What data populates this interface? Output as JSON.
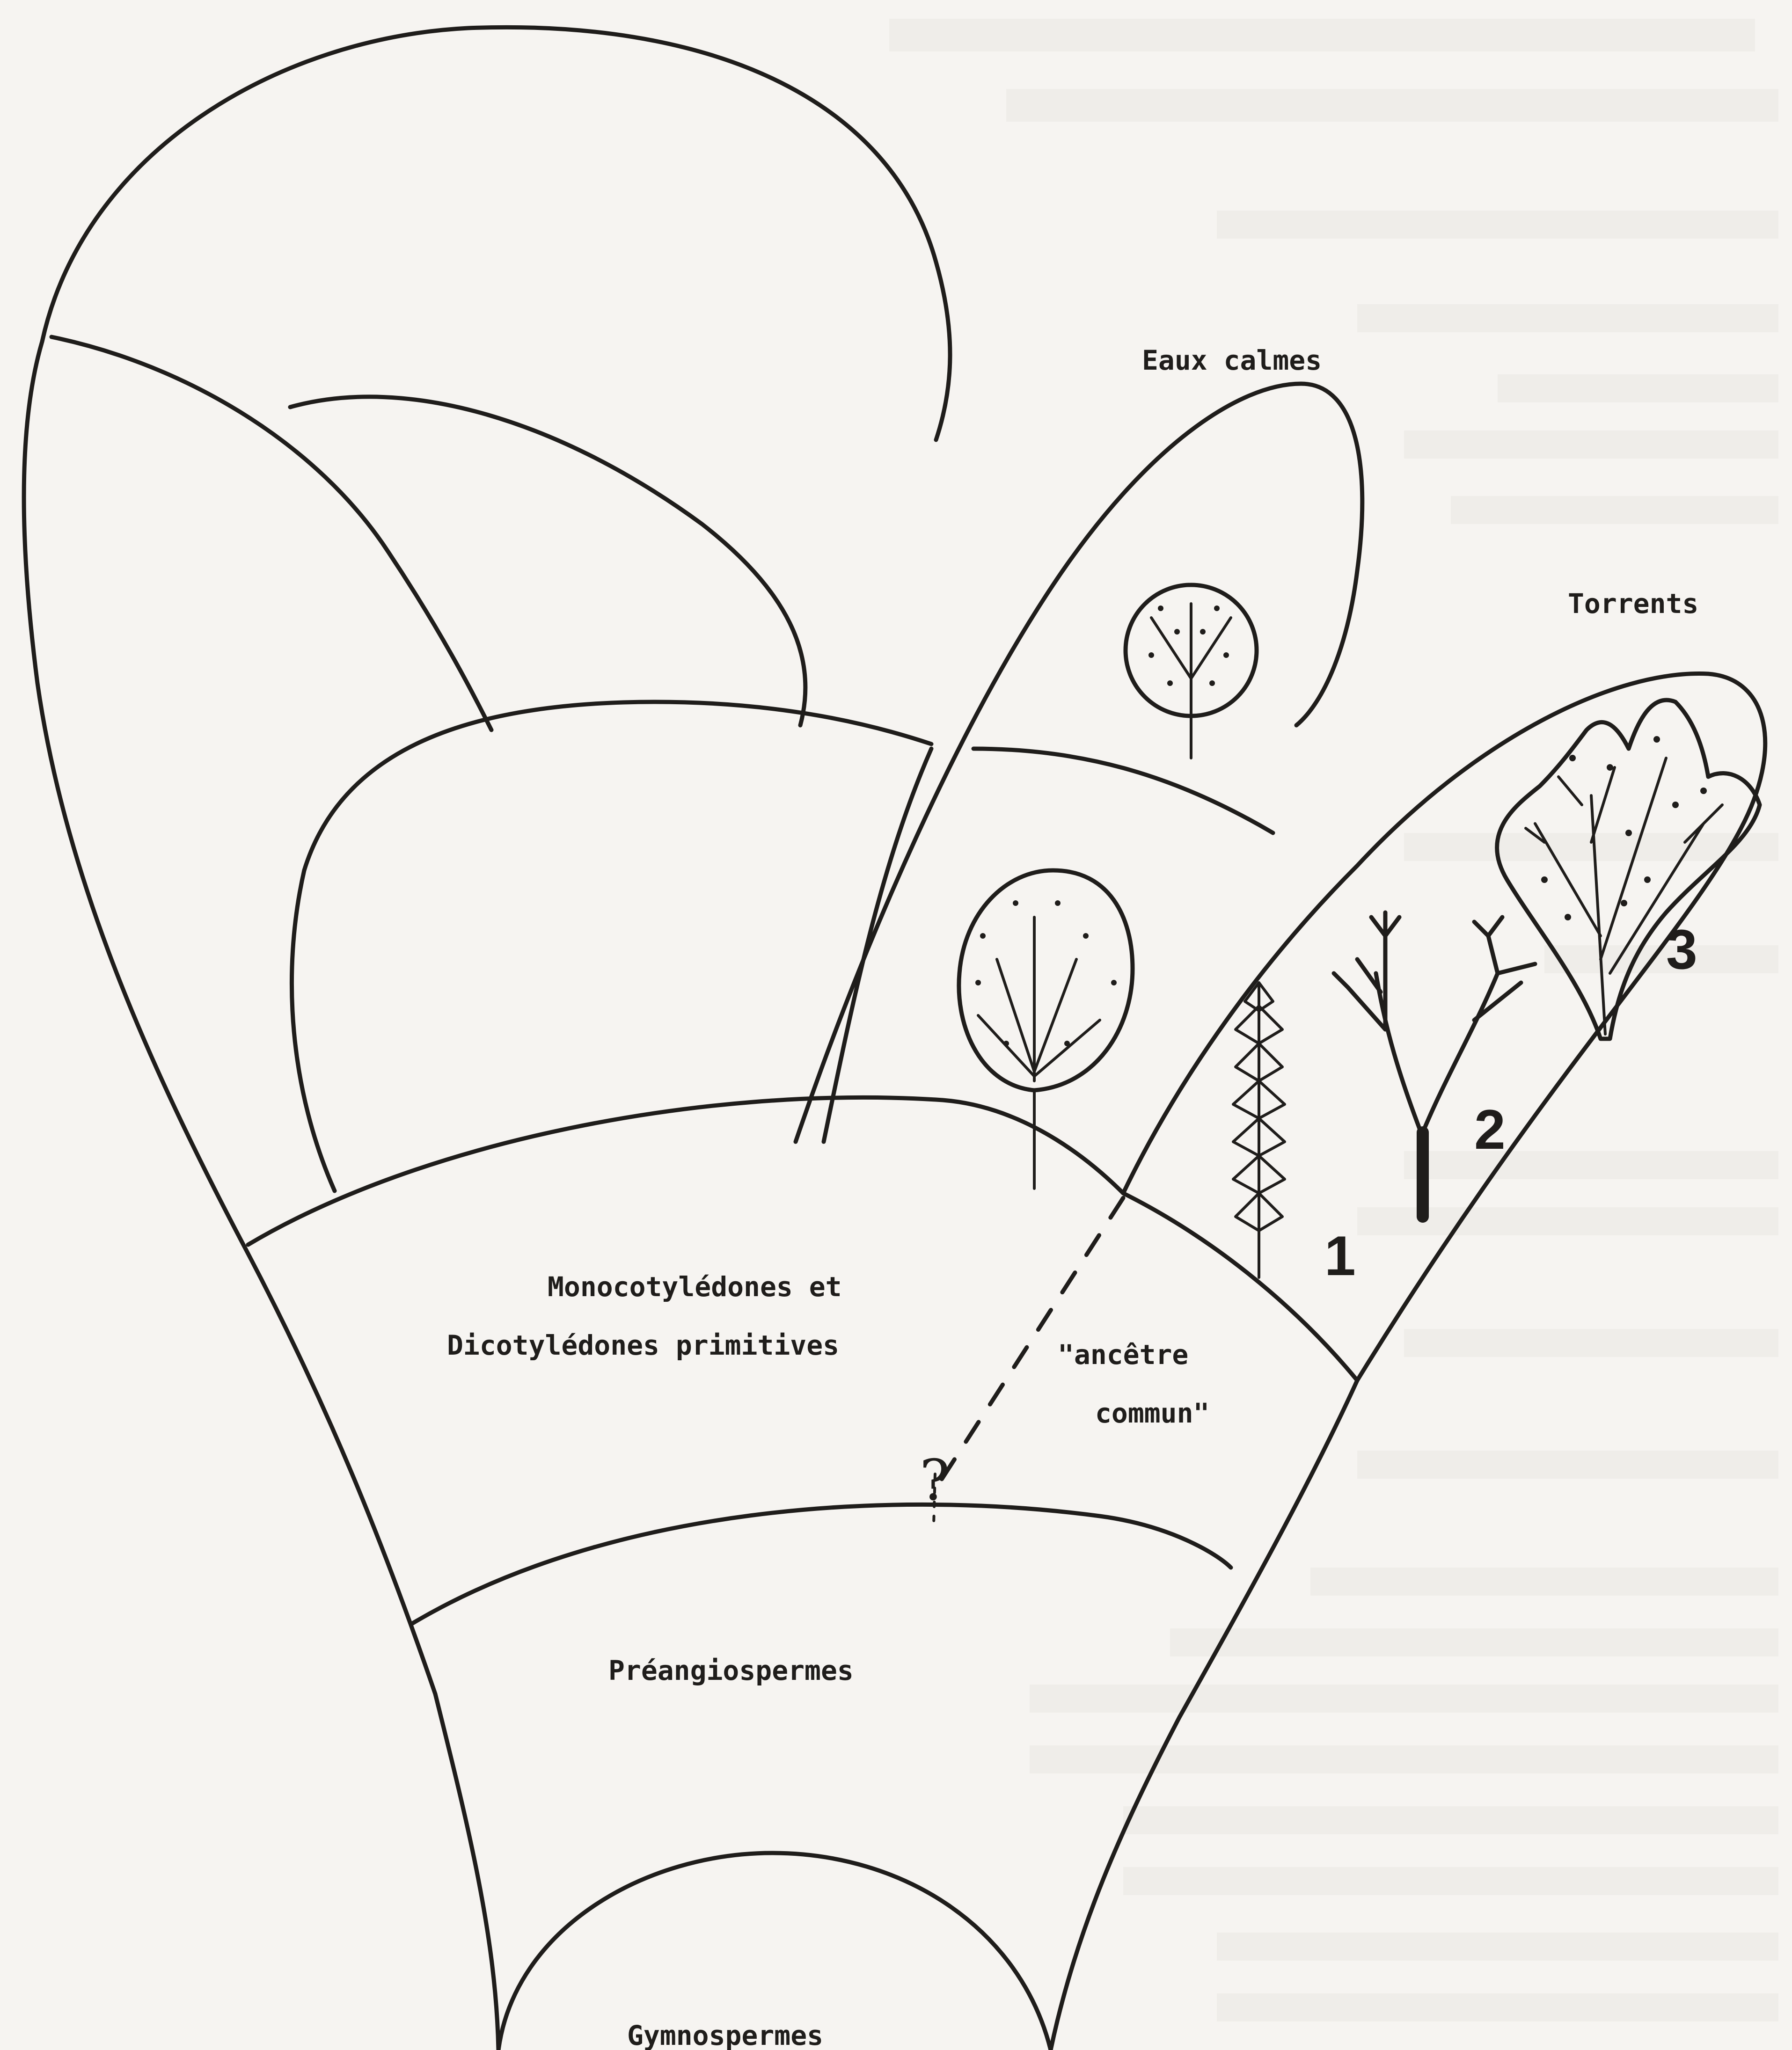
{
  "labels": {
    "eaux_calmes": "Eaux calmes",
    "torrents": "Torrents",
    "mono_line1": "Monocotylédones et",
    "mono_line2": "Dicotylédones primitives",
    "ancetre_line1": "\"ancêtre",
    "ancetre_line2": "commun\"",
    "question": "?",
    "preangiospermes": "Préangiospermes",
    "gymnospermes": "Gymnospermes"
  },
  "numbers": {
    "one": "1",
    "two": "2",
    "three": "3"
  }
}
